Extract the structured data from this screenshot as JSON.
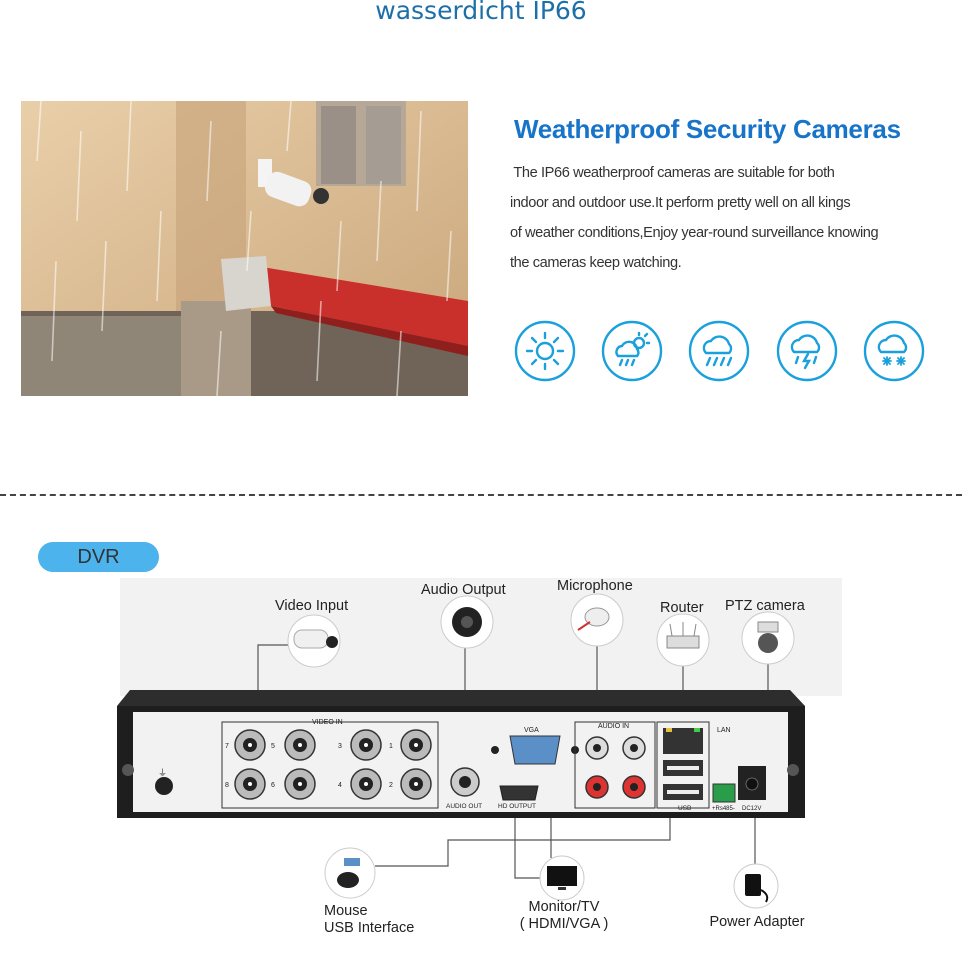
{
  "header": {
    "title": "wasserdicht IP66"
  },
  "weatherproof": {
    "title": "Weatherproof Security Cameras",
    "description_lines": [
      " The IP66 weatherproof cameras are suitable for both",
      "indoor and outdoor use.It perform pretty well on all kings",
      "of weather conditions,Enjoy year-round surveillance knowing",
      "the cameras keep watching."
    ],
    "icons": [
      "sun-icon",
      "sun-rain-icon",
      "rain-icon",
      "thunderstorm-icon",
      "snow-icon"
    ],
    "icon_color": "#1aa0dc"
  },
  "dvr": {
    "pill_label": "DVR",
    "pill_color": "#4db3ec",
    "devices": {
      "video_input": "Video Input",
      "audio_output": "Audio Output",
      "microphone": "Microphone",
      "router": "Router",
      "ptz_camera": "PTZ camera",
      "mouse_line1": "Mouse",
      "mouse_line2": "USB Interface",
      "monitor_line1": "Monitor/TV",
      "monitor_line2": "( HDMI/VGA )",
      "power_adapter": "Power Adapter"
    },
    "panel_labels": {
      "video_in": "VIDEO   IN",
      "vga": "VGA",
      "audio_in": "AUDIO    IN",
      "lan": "LAN",
      "audio_out": "AUDIO OUT",
      "hd_output": "HD OUTPUT",
      "usb": "USB",
      "rs485": "+Rs485-",
      "dc12v": "DC12V",
      "ports": [
        "5",
        "6",
        "3",
        "4",
        "1",
        "2",
        "7",
        "8"
      ]
    }
  }
}
